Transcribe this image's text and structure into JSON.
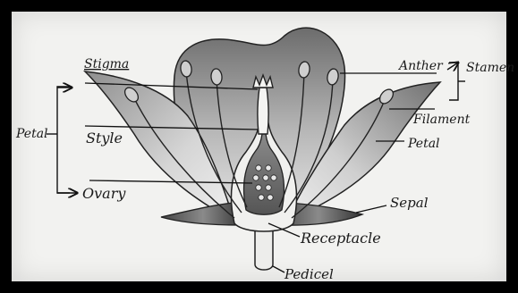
{
  "labels": {
    "stigma": "Stigma",
    "anther": "Anther",
    "stamen": "Stamen",
    "petal_left": "Petal",
    "style": "Style",
    "filament": "Filament",
    "petal_right": "Petal",
    "ovary": "Ovary",
    "sepal": "Sepal",
    "receptacle": "Receptacle",
    "pedicel": "Pedicel"
  }
}
